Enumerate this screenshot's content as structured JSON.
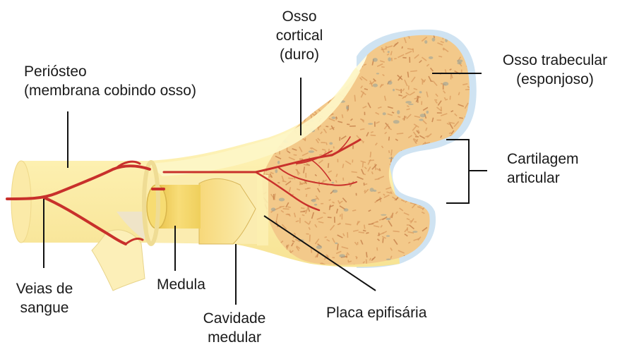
{
  "labels": {
    "periosteo": {
      "line1": "Periósteo",
      "line2": "(membrana cobindo osso)"
    },
    "osso_cortical": {
      "line1": "Osso",
      "line2": "cortical",
      "line3": "(duro)"
    },
    "osso_trabecular": {
      "line1": "Osso trabecular",
      "line2": "(esponjoso)"
    },
    "cartilagem": {
      "line1": "Cartilagem",
      "line2": "articular"
    },
    "veias": {
      "line1": "Veias de",
      "line2": "sangue"
    },
    "medula": {
      "line1": "Medula"
    },
    "cavidade": {
      "line1": "Cavidade",
      "line2": "medular"
    },
    "placa": {
      "line1": "Placa epifisária"
    }
  },
  "colors": {
    "cortical": "#fdf3b8",
    "cortical_edge": "#f3e28c",
    "spongy": "#f3c98a",
    "spongy_fleck": "#d99a5e",
    "spongy_pore": "#9aa39a",
    "cartilage": "#cfe3f2",
    "vessel": "#c8302b",
    "marrow": "#f5d96a",
    "leader": "#111111"
  }
}
